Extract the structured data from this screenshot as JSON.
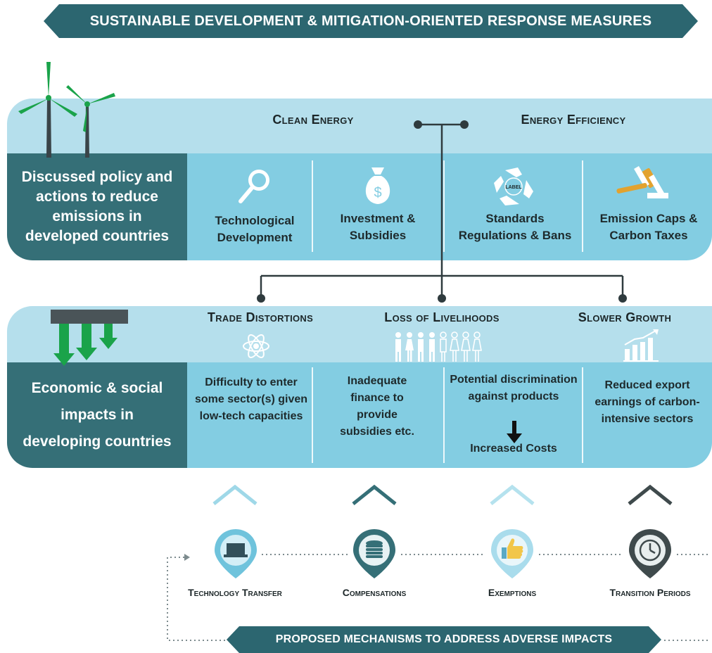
{
  "title": "SUSTAINABLE DEVELOPMENT  & MITIGATION-ORIENTED RESPONSE MEASURES",
  "top_section": {
    "label": "Discussed policy and actions to reduce emissions in developed countries",
    "headings": [
      "Clean Energy",
      "Energy Efficiency"
    ],
    "items": [
      {
        "icon": "magnifier-icon",
        "label": "Technological Development"
      },
      {
        "icon": "money-bag-icon",
        "label": "Investment & Subsidies"
      },
      {
        "icon": "recycle-label-icon",
        "label": "Standards Regulations & Bans",
        "icon_text": "LABEL"
      },
      {
        "icon": "gavel-icon",
        "label": "Emission Caps & Carbon Taxes"
      }
    ]
  },
  "bottom_section": {
    "label": "Economic & social impacts in developing countries",
    "headings": [
      "Trade Distortions",
      "Loss of Livelihoods",
      "Slower Growth"
    ],
    "items": [
      {
        "text": "Difficulty to enter some sector(s) given low-tech capacities"
      },
      {
        "text": "Inadequate finance to provide subsidies etc."
      },
      {
        "text": "Potential discrimination against products",
        "result": "Increased Costs"
      },
      {
        "text": "Reduced export earnings of carbon-intensive sectors"
      }
    ]
  },
  "mechanisms": {
    "title": "PROPOSED MECHANISMS TO ADDRESS ADVERSE IMPACTS",
    "items": [
      {
        "icon": "laptop-icon",
        "label": "Technology Transfer"
      },
      {
        "icon": "coin-stack-icon",
        "label": "Compensations"
      },
      {
        "icon": "thumbs-up-icon",
        "label": "Exemptions"
      },
      {
        "icon": "clock-icon",
        "label": "Transition Periods"
      }
    ]
  },
  "colors": {
    "dark_teal": "#356f77",
    "banner": "#2c6670",
    "light_blue": "#b5dfec",
    "mid_blue": "#83cde2",
    "green": "#1aa34a"
  }
}
